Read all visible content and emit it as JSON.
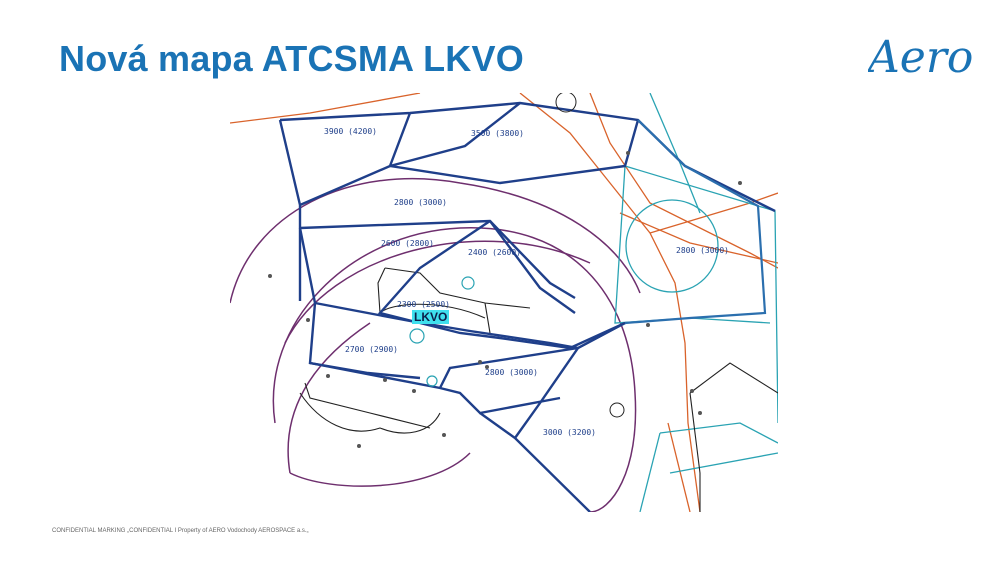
{
  "slide": {
    "title": "Nová mapa ATCSMA LKVO",
    "footer": "CONFIDENTIAL MARKING „CONFIDENTIAL I Property of AERO Vodochody AEROSPACE a.s.„"
  },
  "logo": {
    "text": "Aero"
  },
  "map": {
    "airport_label": "LKVO",
    "sectors": [
      {
        "id": "s3900",
        "label": "3900 (4200)"
      },
      {
        "id": "s3500",
        "label": "3500 (3800)"
      },
      {
        "id": "s2800n",
        "label": "2800 (3000)"
      },
      {
        "id": "s2600",
        "label": "2600 (2800)"
      },
      {
        "id": "s2400",
        "label": "2400 (2600)"
      },
      {
        "id": "s2300",
        "label": "2300 (2500)"
      },
      {
        "id": "s2700",
        "label": "2700 (2900)"
      },
      {
        "id": "s2800s",
        "label": "2800 (3000)"
      },
      {
        "id": "s3000",
        "label": "3000 (3200)"
      },
      {
        "id": "s2800e",
        "label": "2800 (3000)"
      }
    ]
  },
  "colors": {
    "title": "#1a73b5",
    "sector_line": "#1f3f8a",
    "arc_purple": "#6e2f6e",
    "route_orange": "#d9632b",
    "route_teal": "#2aa3b3",
    "highlight": "#3fe0ee"
  }
}
